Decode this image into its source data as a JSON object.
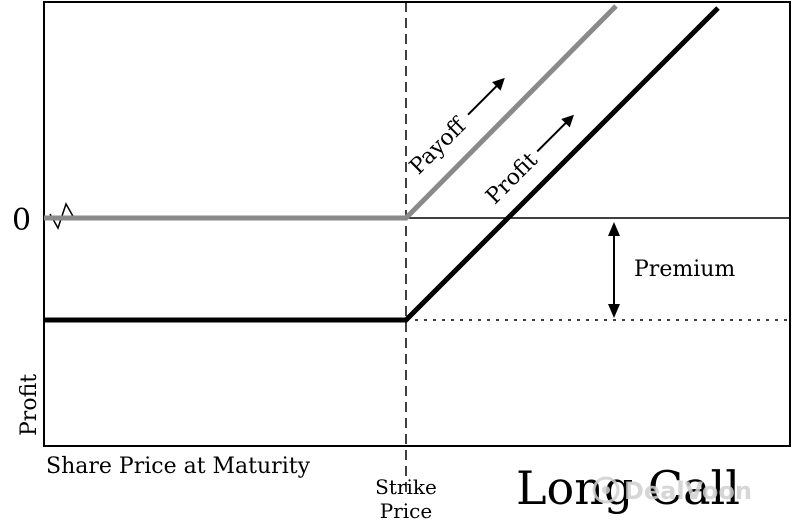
{
  "diagram": {
    "title": "Long Call",
    "y_axis_label": "Profit",
    "x_axis_label": "Share Price at Maturity",
    "zero_label": "0",
    "strike_label_line1": "Strike",
    "strike_label_line2": "Price",
    "payoff_label": "Payoff",
    "profit_label": "Profit",
    "premium_label": "Premium",
    "watermark_text": "DealVoon",
    "colors": {
      "payoff_line": "#8a8a8a",
      "profit_line": "#000000",
      "axes": "#000000",
      "background": "#ffffff",
      "watermark": "#cfcfcf"
    }
  }
}
